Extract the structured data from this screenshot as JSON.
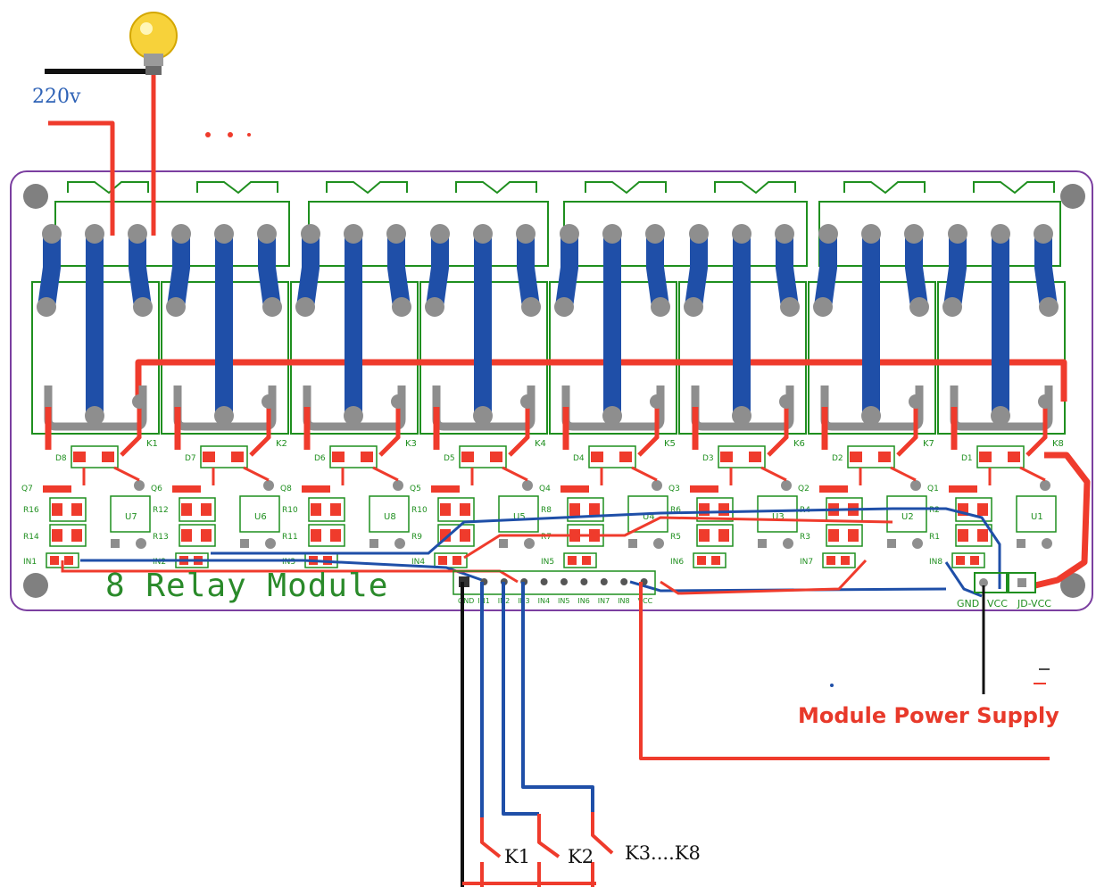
{
  "colors": {
    "board_border": "#7b3fa0",
    "silkscreen": "#1f8f1f",
    "trace_blue": "#1f4fa8",
    "trace_red": "#ef3b2c",
    "pad_gray": "#8e8e8e",
    "wire_black": "#111111",
    "bulb": "#f7d23a"
  },
  "icons": {
    "bulb": "light-bulb-icon"
  },
  "labels": {
    "voltage": "220v",
    "board_title": "8 Relay Module",
    "power_supply": "Module Power Supply",
    "switch_1": "K1",
    "switch_2": "K2",
    "switch_rest": "K3....K8"
  },
  "relays": [
    {
      "id": "K1",
      "driver": "U7",
      "transistor": "Q7",
      "resistors": [
        "R16",
        "R14"
      ],
      "diode": "D8",
      "input": "IN1"
    },
    {
      "id": "K2",
      "driver": "U6",
      "transistor": "Q6",
      "resistors": [
        "R12",
        "R13"
      ],
      "diode": "D7",
      "input": "IN2"
    },
    {
      "id": "K3",
      "driver": "U8",
      "transistor": "Q8",
      "resistors": [
        "R10",
        "R11"
      ],
      "diode": "D6",
      "input": "IN3"
    },
    {
      "id": "K4",
      "driver": "U5",
      "transistor": "Q5",
      "resistors": [
        "R10",
        "R9"
      ],
      "diode": "D5",
      "input": "IN4"
    },
    {
      "id": "K5",
      "driver": "U4",
      "transistor": "Q4",
      "resistors": [
        "R8",
        "R7"
      ],
      "diode": "D4",
      "input": "IN5"
    },
    {
      "id": "K6",
      "driver": "U3",
      "transistor": "Q3",
      "resistors": [
        "R6",
        "R5"
      ],
      "diode": "D3",
      "input": "IN6"
    },
    {
      "id": "K7",
      "driver": "U2",
      "transistor": "Q2",
      "resistors": [
        "R4",
        "R3"
      ],
      "diode": "D2",
      "input": "IN7"
    },
    {
      "id": "K8",
      "driver": "U1",
      "transistor": "Q1",
      "resistors": [
        "R2",
        "R1"
      ],
      "diode": "D1",
      "input": "IN8"
    }
  ],
  "header_pins": [
    "GND",
    "IN1",
    "IN2",
    "IN3",
    "IN4",
    "IN5",
    "IN6",
    "IN7",
    "IN8",
    "VCC"
  ],
  "power_pins": [
    "GND",
    "VCC",
    "JD-VCC"
  ]
}
